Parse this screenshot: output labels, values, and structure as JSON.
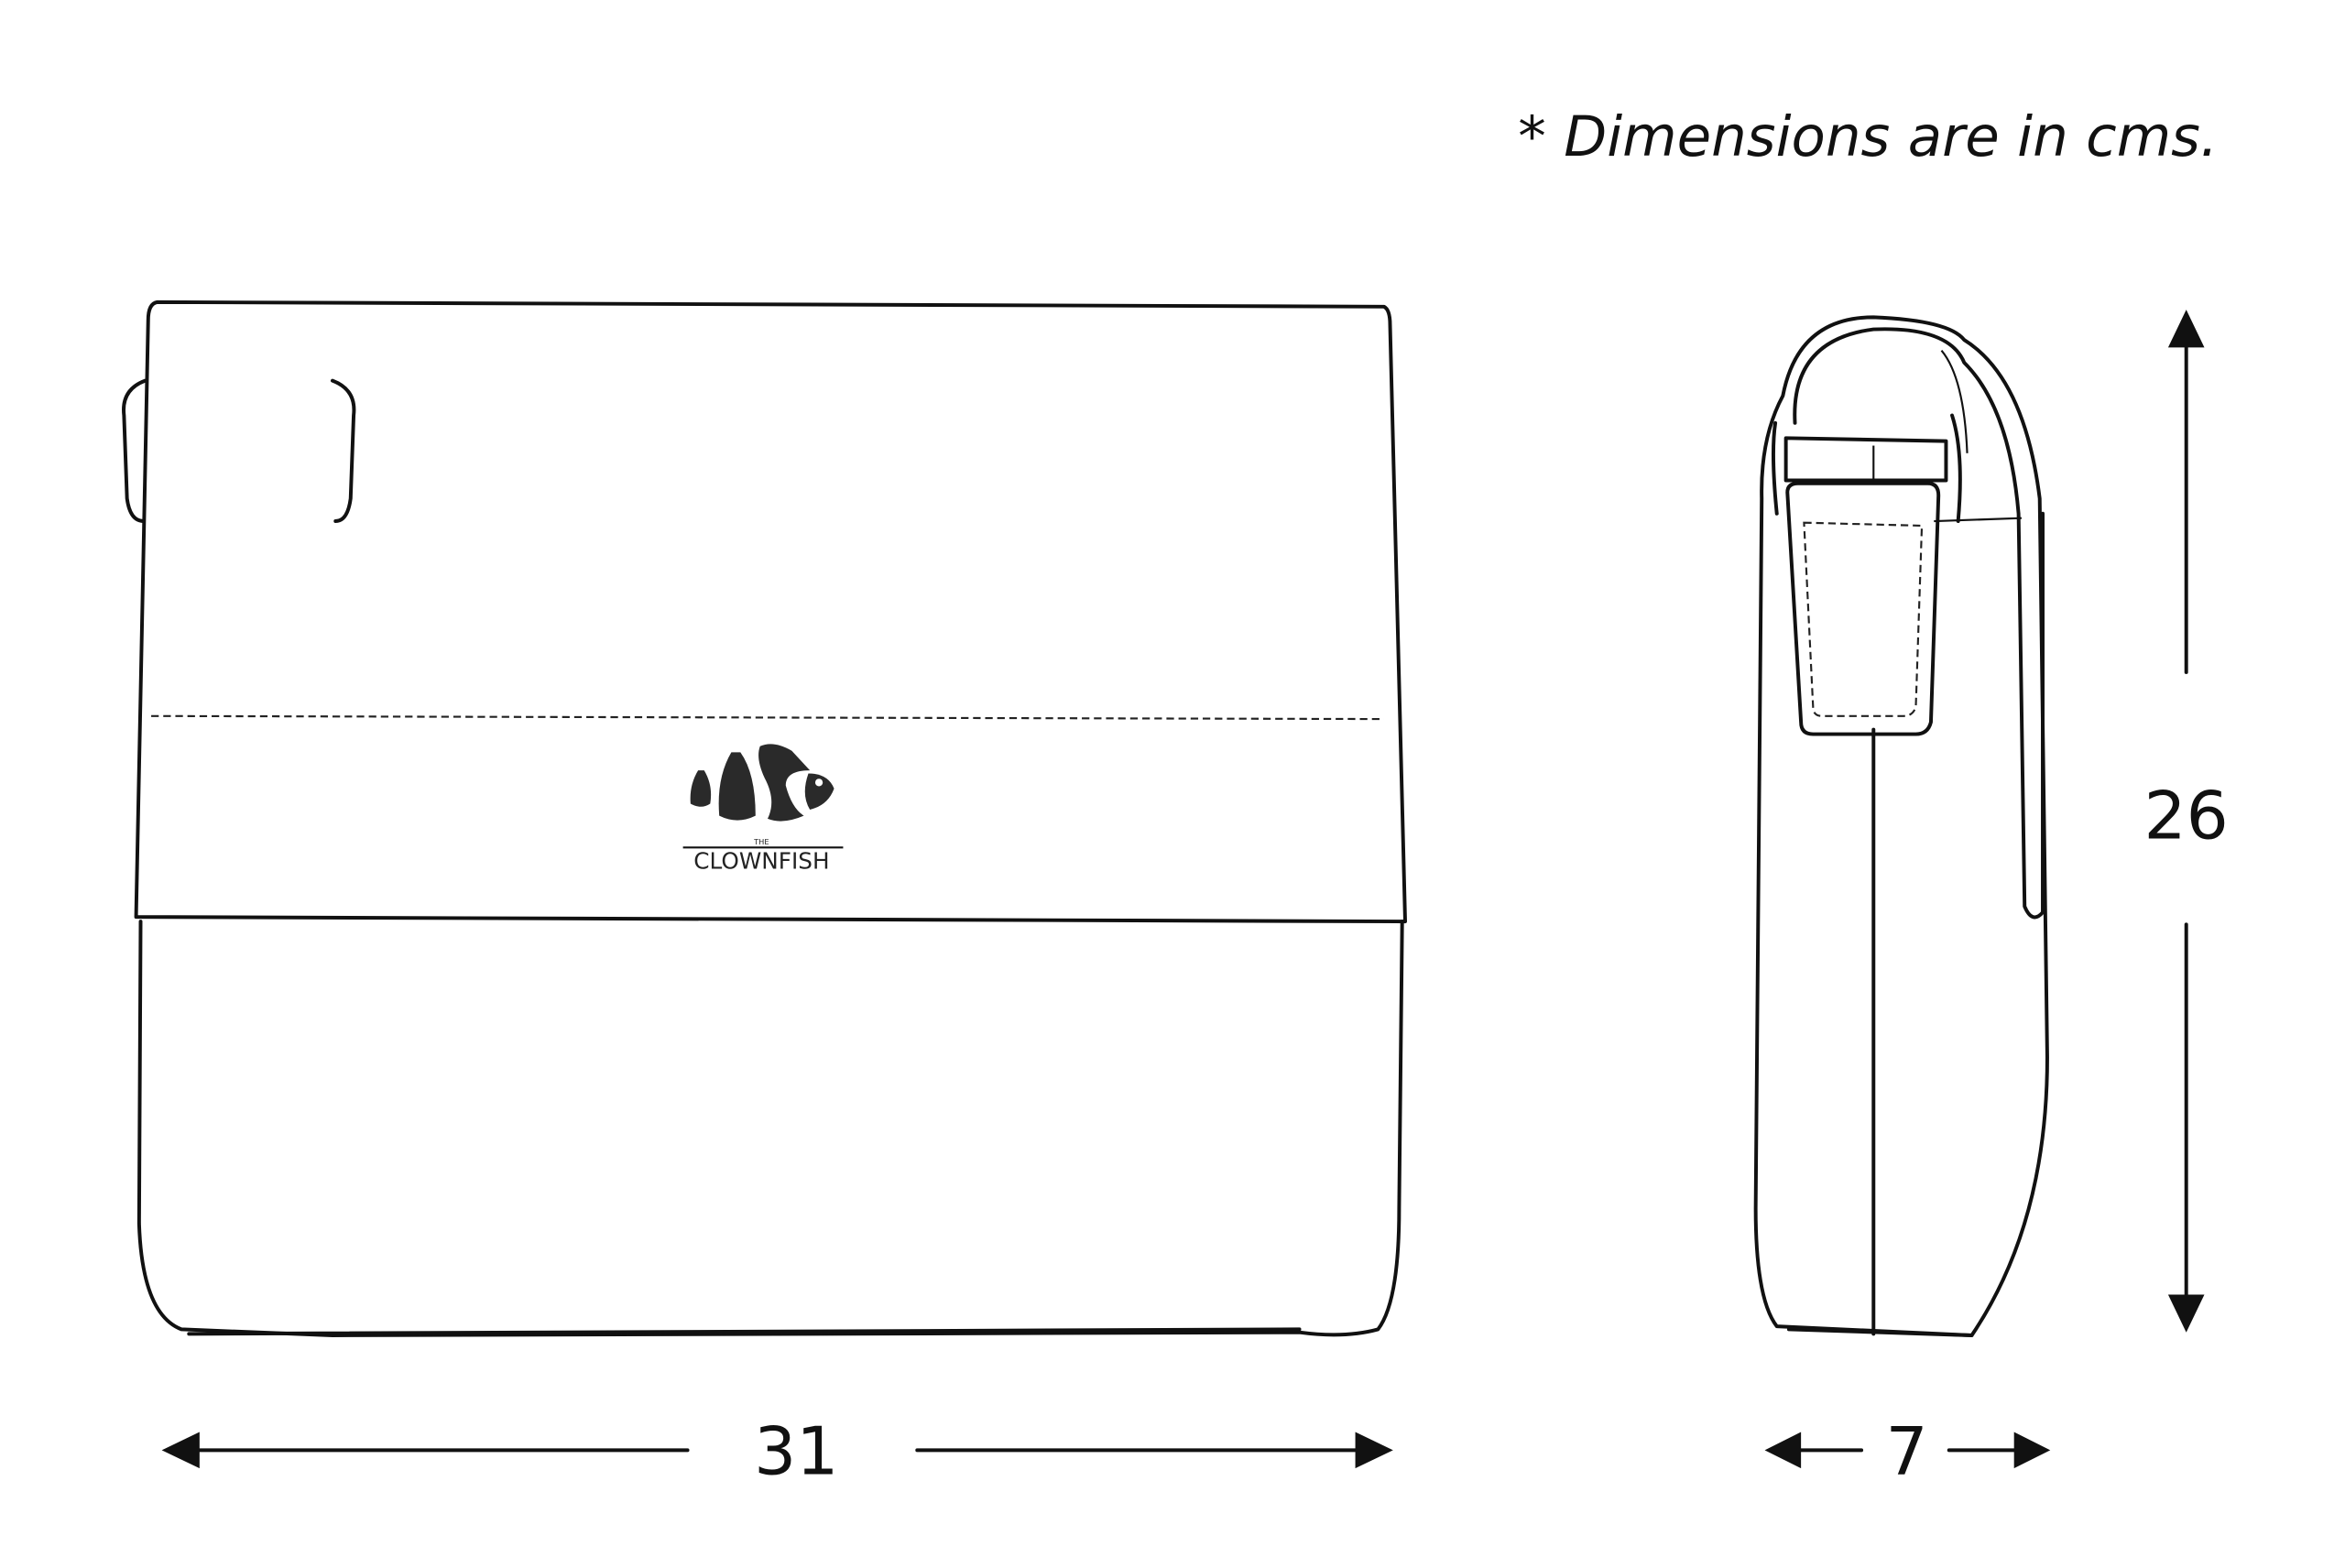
{
  "note": "* Dimensions are in cms.",
  "brand": {
    "the": "THE",
    "name": "CLOWNFISH"
  },
  "dimensions": {
    "width": "31",
    "depth": "7",
    "height": "26"
  },
  "colors": {
    "line": "#111111",
    "background": "#ffffff"
  }
}
